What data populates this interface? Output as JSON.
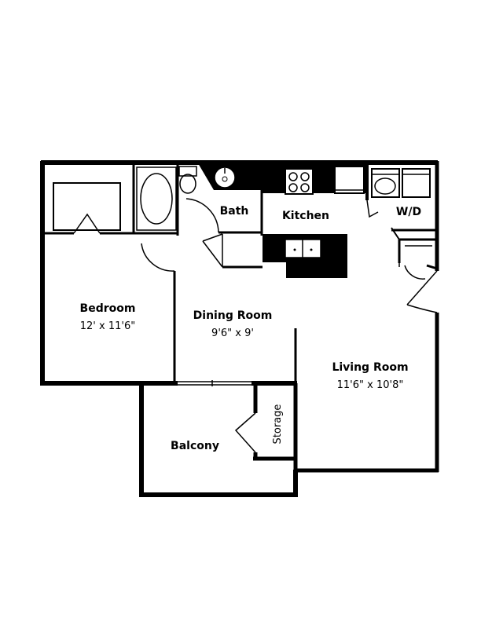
{
  "rooms": {
    "bedroom": {
      "name": "Bedroom",
      "size": "12' x 11'6\""
    },
    "dining": {
      "name": "Dining Room",
      "size": "9'6\" x 9'"
    },
    "living": {
      "name": "Living Room",
      "size": "11'6\" x 10'8\""
    },
    "balcony": {
      "name": "Balcony"
    },
    "storage": {
      "name": "Storage"
    },
    "bath": {
      "name": "Bath"
    },
    "kitchen": {
      "name": "Kitchen"
    },
    "laundry": {
      "name": "W/D"
    }
  },
  "colors": {
    "wall": "#000000",
    "floor": "#ffffff"
  }
}
